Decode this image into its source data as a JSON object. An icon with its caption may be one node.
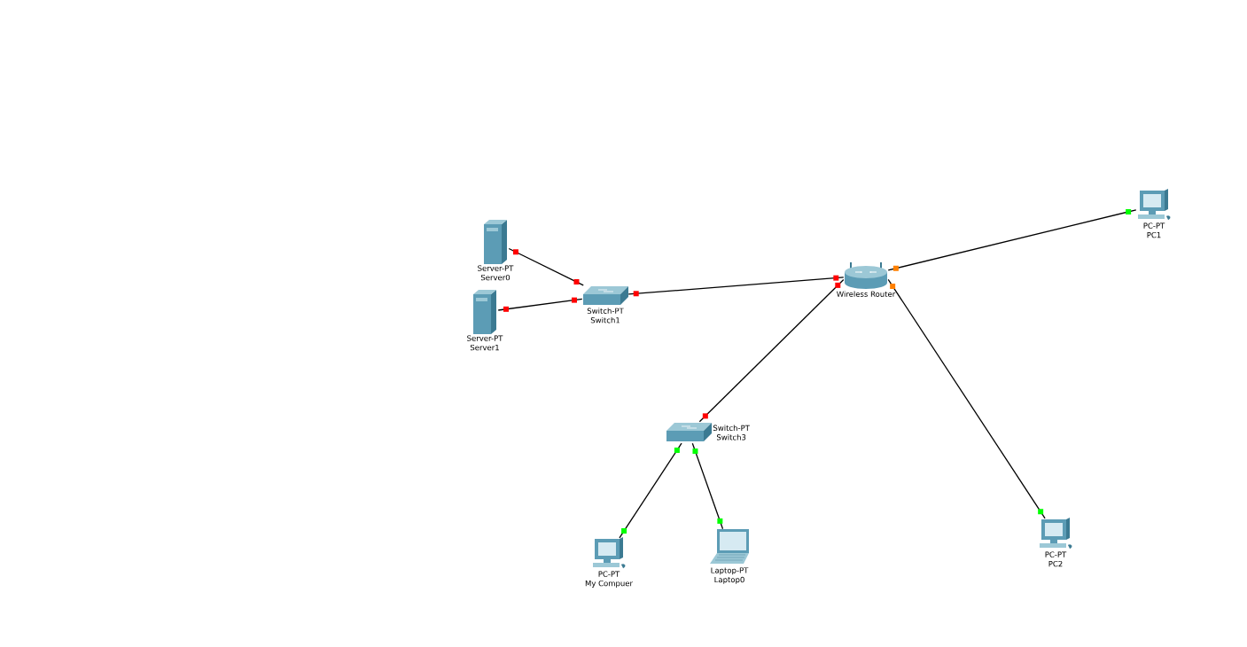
{
  "diagram": {
    "nodes": [
      {
        "text": [
          "Server-PT",
          "Server0"
        ]
      },
      {
        "text": [
          "Server-PT",
          "Server1"
        ]
      },
      {
        "text": [
          "Switch-PT",
          "Switch1"
        ]
      },
      {
        "text": [
          "Wireless Router"
        ]
      },
      {
        "text": [
          "PC-PT",
          "PC1"
        ]
      },
      {
        "text": [
          "Switch-PT",
          "Switch3"
        ]
      },
      {
        "text": [
          "PC-PT",
          "My Compuer"
        ]
      },
      {
        "text": [
          "Laptop-PT",
          "Laptop0"
        ]
      },
      {
        "text": [
          "PC-PT",
          "PC2"
        ]
      }
    ],
    "edges": [
      {
        "from": 0,
        "to": 2,
        "arrow": "none"
      },
      {
        "from": 1,
        "to": 2,
        "arrow": "none"
      },
      {
        "from": 2,
        "to": 3,
        "arrow": "none"
      },
      {
        "from": 3,
        "to": 4,
        "arrow": "none"
      },
      {
        "from": 3,
        "to": 5,
        "arrow": "none"
      },
      {
        "from": 3,
        "to": 8,
        "arrow": "none"
      },
      {
        "from": 5,
        "to": 6,
        "arrow": "none"
      },
      {
        "from": 5,
        "to": 7,
        "arrow": "none"
      }
    ]
  }
}
